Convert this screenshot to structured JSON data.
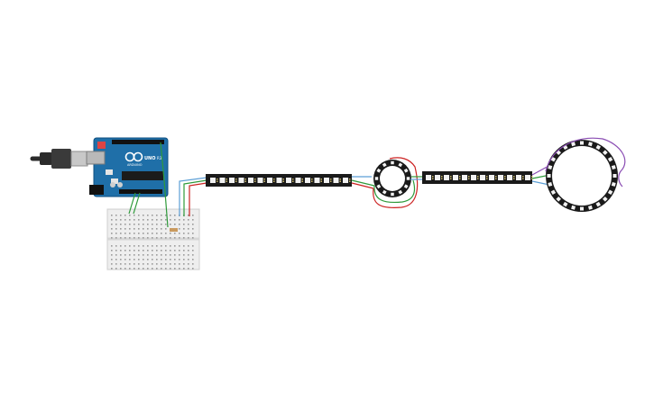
{
  "arduino": {
    "brand": "UNO",
    "model": "R3",
    "board_color": "#1f6fa8",
    "logo_text": "ARDUINO"
  },
  "colors": {
    "strip_body": "#1a1a1a",
    "led": "#f2f2f2",
    "breadboard": "#eeeeee",
    "wire_red": "#cc2222",
    "wire_green": "#2e9a3a",
    "wire_blue": "#5c9fd6",
    "wire_purple": "#8a4cb3",
    "usb_cable": "#2b2b2b"
  },
  "icons": [
    "usb-connector-icon",
    "arduino-board-icon",
    "breadboard-icon",
    "led-strip-icon",
    "led-ring-icon"
  ]
}
